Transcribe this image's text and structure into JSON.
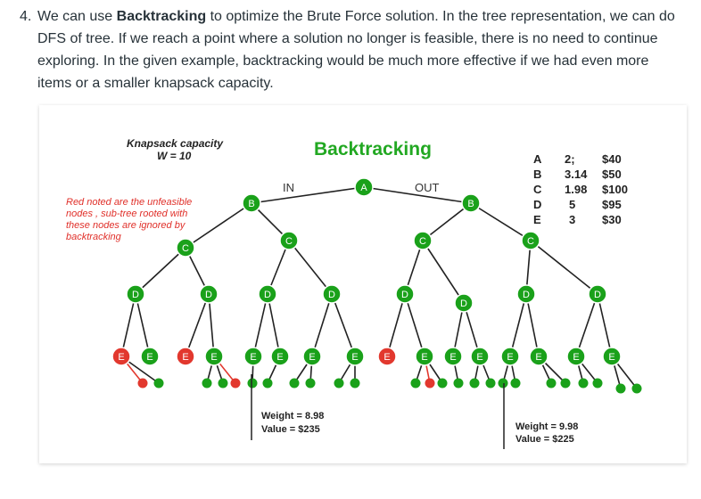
{
  "paragraph": {
    "number": "4.",
    "before": "We can use ",
    "bold": "Backtracking",
    "after_line1": " to optimize the Brute Force solution. In the tree representation, we can do",
    "line2": "DFS of tree. If we reach a point where a solution no longer is feasible, there is no need to continue",
    "line3": "exploring. In the given example, backtracking would be much more effective if we had even more",
    "line4": "items or a smaller knapsack capacity."
  },
  "diagram": {
    "title": "Backtracking",
    "capacity_label": "Knapsack capacity",
    "capacity_value": "W = 10",
    "in_label": "IN",
    "out_label": "OUT",
    "note_lines": [
      "Red noted are the unfeasible",
      "nodes , sub-tree rooted with",
      "these nodes are ignored by",
      "backtracking"
    ],
    "items": [
      {
        "name": "A",
        "weight": "2;",
        "value": "$40"
      },
      {
        "name": "B",
        "weight": "3.14",
        "value": "$50"
      },
      {
        "name": "C",
        "weight": "1.98",
        "value": "$100"
      },
      {
        "name": "D",
        "weight": "5",
        "value": "$95"
      },
      {
        "name": "E",
        "weight": "3",
        "value": "$30"
      }
    ],
    "solution_left": {
      "weight": "Weight = 8.98",
      "value": "Value = $235"
    },
    "solution_right": {
      "weight": "Weight = 9.98",
      "value": "Value = $225"
    },
    "colors": {
      "feasible": "#1aa11a",
      "infeasible": "#e2382e",
      "title": "#22a822",
      "note": "#e0302a"
    }
  }
}
